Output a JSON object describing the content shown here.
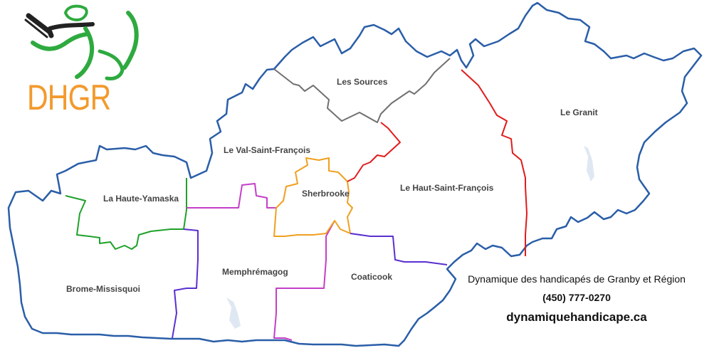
{
  "logo": {
    "text": "DHGR",
    "colors": {
      "text": "#f29a2e",
      "figure": "#2eaa3f",
      "bow": "#222222"
    },
    "icon": "violinist-figure-icon"
  },
  "regions": [
    {
      "id": "la-haute-yamaska",
      "label": "La Haute-Yamaska",
      "border_color": "#1fa12a"
    },
    {
      "id": "brome-missisquoi",
      "label": "Brome-Missisquoi",
      "border_color": "#2a5ea8"
    },
    {
      "id": "memphremagog",
      "label": "Memphrémagog",
      "border_color": "#5a2fd0"
    },
    {
      "id": "coaticook",
      "label": "Coaticook",
      "border_color": "#c43fc8"
    },
    {
      "id": "sherbrooke",
      "label": "Sherbrooke",
      "border_color": "#f0a020"
    },
    {
      "id": "le-val-saint-francois",
      "label": "Le Val-Saint-François",
      "border_color": "#c43fc8"
    },
    {
      "id": "les-sources",
      "label": "Les Sources",
      "border_color": "#707070"
    },
    {
      "id": "le-haut-saint-francois",
      "label": "Le Haut-Saint-François",
      "border_color": "#e21b1b"
    },
    {
      "id": "le-granit",
      "label": "Le Granit",
      "border_color": "#e21b1b"
    }
  ],
  "colors": {
    "outer_border": "#2a5ea8",
    "water": "#dfe8f2"
  },
  "contact": {
    "organization": "Dynamique des handicapés de Granby et Région",
    "phone": "(450) 777-0270",
    "website": "dynamiquehandicape.ca"
  }
}
